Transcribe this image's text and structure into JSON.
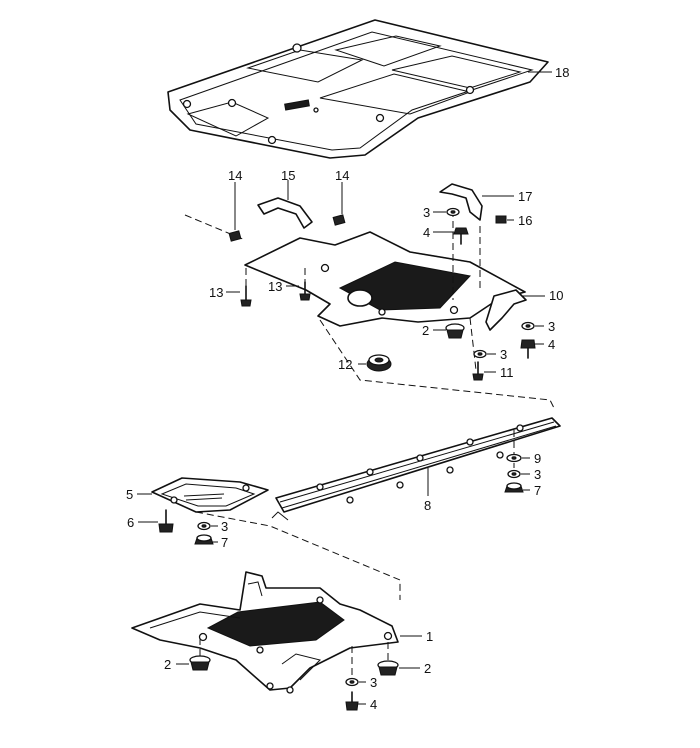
{
  "callouts": {
    "c18": "18",
    "c14a": "14",
    "c15": "15",
    "c14b": "14",
    "c17": "17",
    "c3a": "3",
    "c16": "16",
    "c4a": "4",
    "c10": "10",
    "c13a": "13",
    "c13b": "13",
    "c2a": "2",
    "c3b": "3",
    "c3c": "3",
    "c4b": "4",
    "c12": "12",
    "c11": "11",
    "c9": "9",
    "c3d": "3",
    "c7a": "7",
    "c5": "5",
    "c8": "8",
    "c6": "6",
    "c3e": "3",
    "c7b": "7",
    "c1": "1",
    "c2b": "2",
    "c2c": "2",
    "c3f": "3",
    "c4c": "4"
  }
}
